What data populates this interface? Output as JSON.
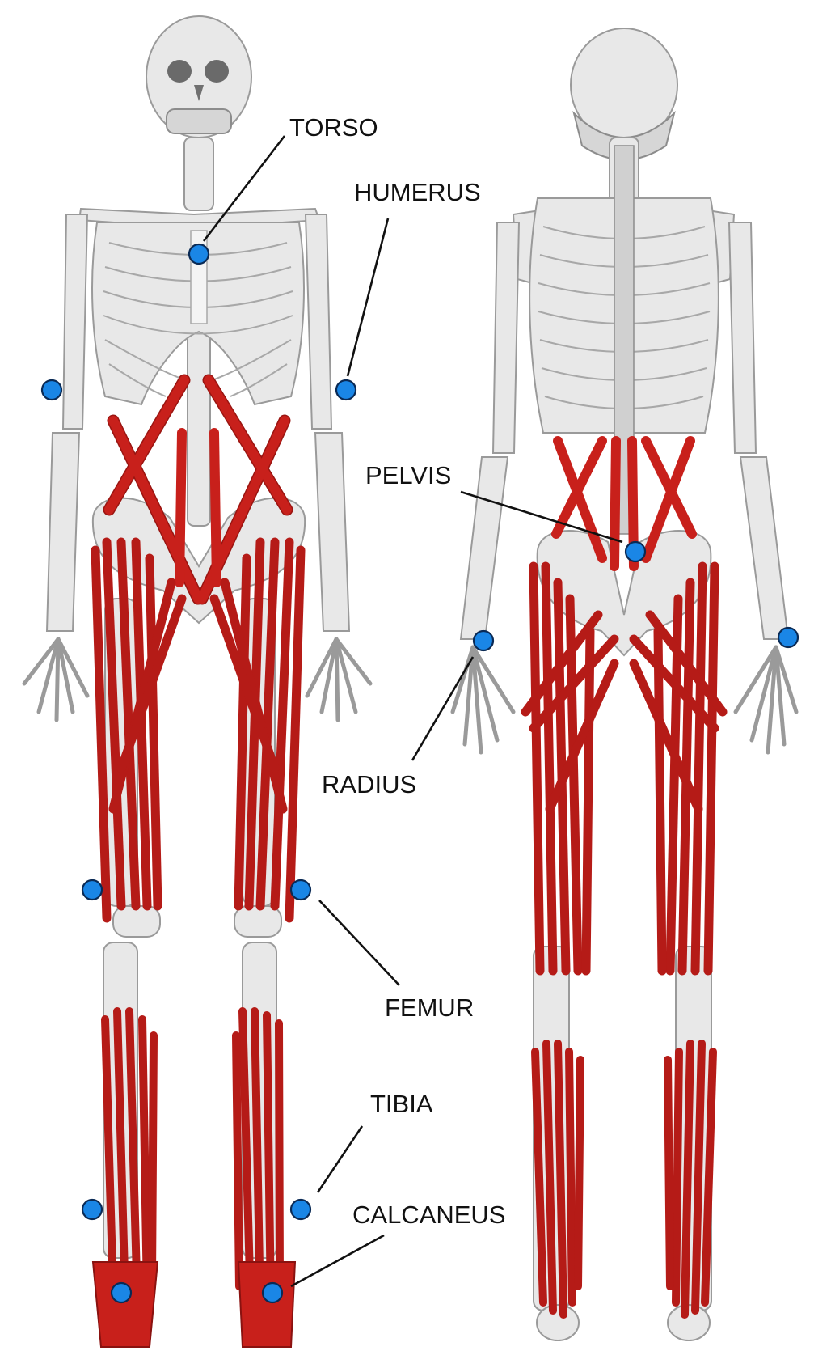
{
  "colors": {
    "marker": "#1a86e6",
    "muscle": "#c8201b",
    "muscle_dark": "#9a1511",
    "bone": "#e8e8e8",
    "label": "#111111"
  },
  "views": [
    {
      "name": "anterior"
    },
    {
      "name": "posterior"
    }
  ],
  "labels": {
    "torso": "TORSO",
    "humerus": "HUMERUS",
    "pelvis": "PELVIS",
    "radius": "RADIUS",
    "femur": "FEMUR",
    "tibia": "TIBIA",
    "calcaneus": "CALCANEUS"
  },
  "markers": [
    {
      "segment": "torso",
      "view": "anterior"
    },
    {
      "segment": "humerus-right",
      "view": "anterior"
    },
    {
      "segment": "humerus-left",
      "view": "anterior"
    },
    {
      "segment": "femur-right",
      "view": "anterior"
    },
    {
      "segment": "femur-left",
      "view": "anterior"
    },
    {
      "segment": "tibia-right",
      "view": "anterior"
    },
    {
      "segment": "tibia-left",
      "view": "anterior"
    },
    {
      "segment": "calcaneus-right",
      "view": "anterior"
    },
    {
      "segment": "calcaneus-left",
      "view": "anterior"
    },
    {
      "segment": "pelvis",
      "view": "posterior"
    },
    {
      "segment": "radius-left",
      "view": "posterior"
    },
    {
      "segment": "radius-right",
      "view": "posterior"
    }
  ]
}
